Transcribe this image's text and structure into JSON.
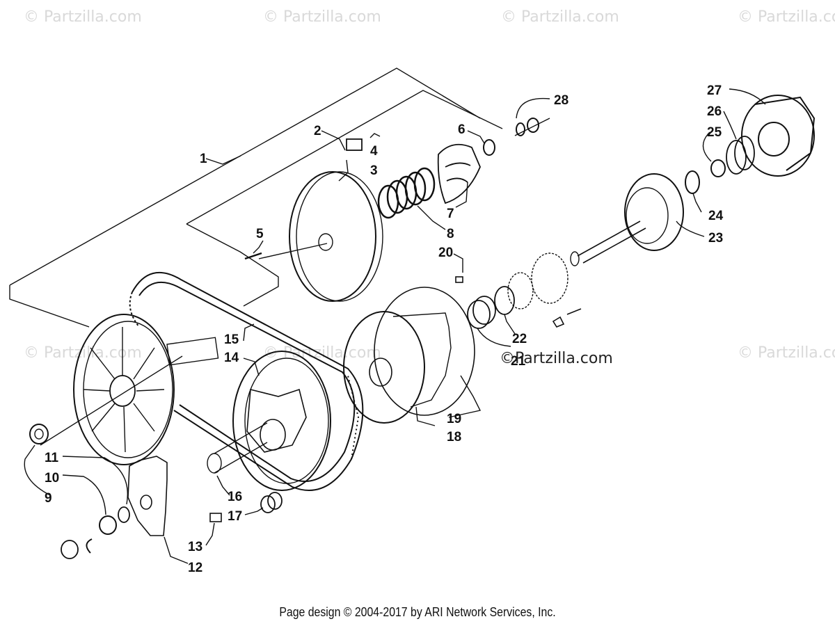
{
  "watermarks": [
    "© Partzilla.com",
    "© Partzilla.com",
    "© Partzilla.com",
    "© Partzilla.com",
    "© Partzilla.com",
    "© Partzilla.com",
    "© Partzilla.com"
  ],
  "center_watermark": "©Partzilla.com",
  "footer": "Page design © 2004-2017 by ARI Network Services, Inc.",
  "callouts": [
    "1",
    "2",
    "3",
    "4",
    "5",
    "6",
    "7",
    "8",
    "9",
    "10",
    "11",
    "12",
    "13",
    "14",
    "15",
    "16",
    "17",
    "18",
    "19",
    "20",
    "21",
    "22",
    "23",
    "24",
    "25",
    "26",
    "27",
    "28"
  ]
}
